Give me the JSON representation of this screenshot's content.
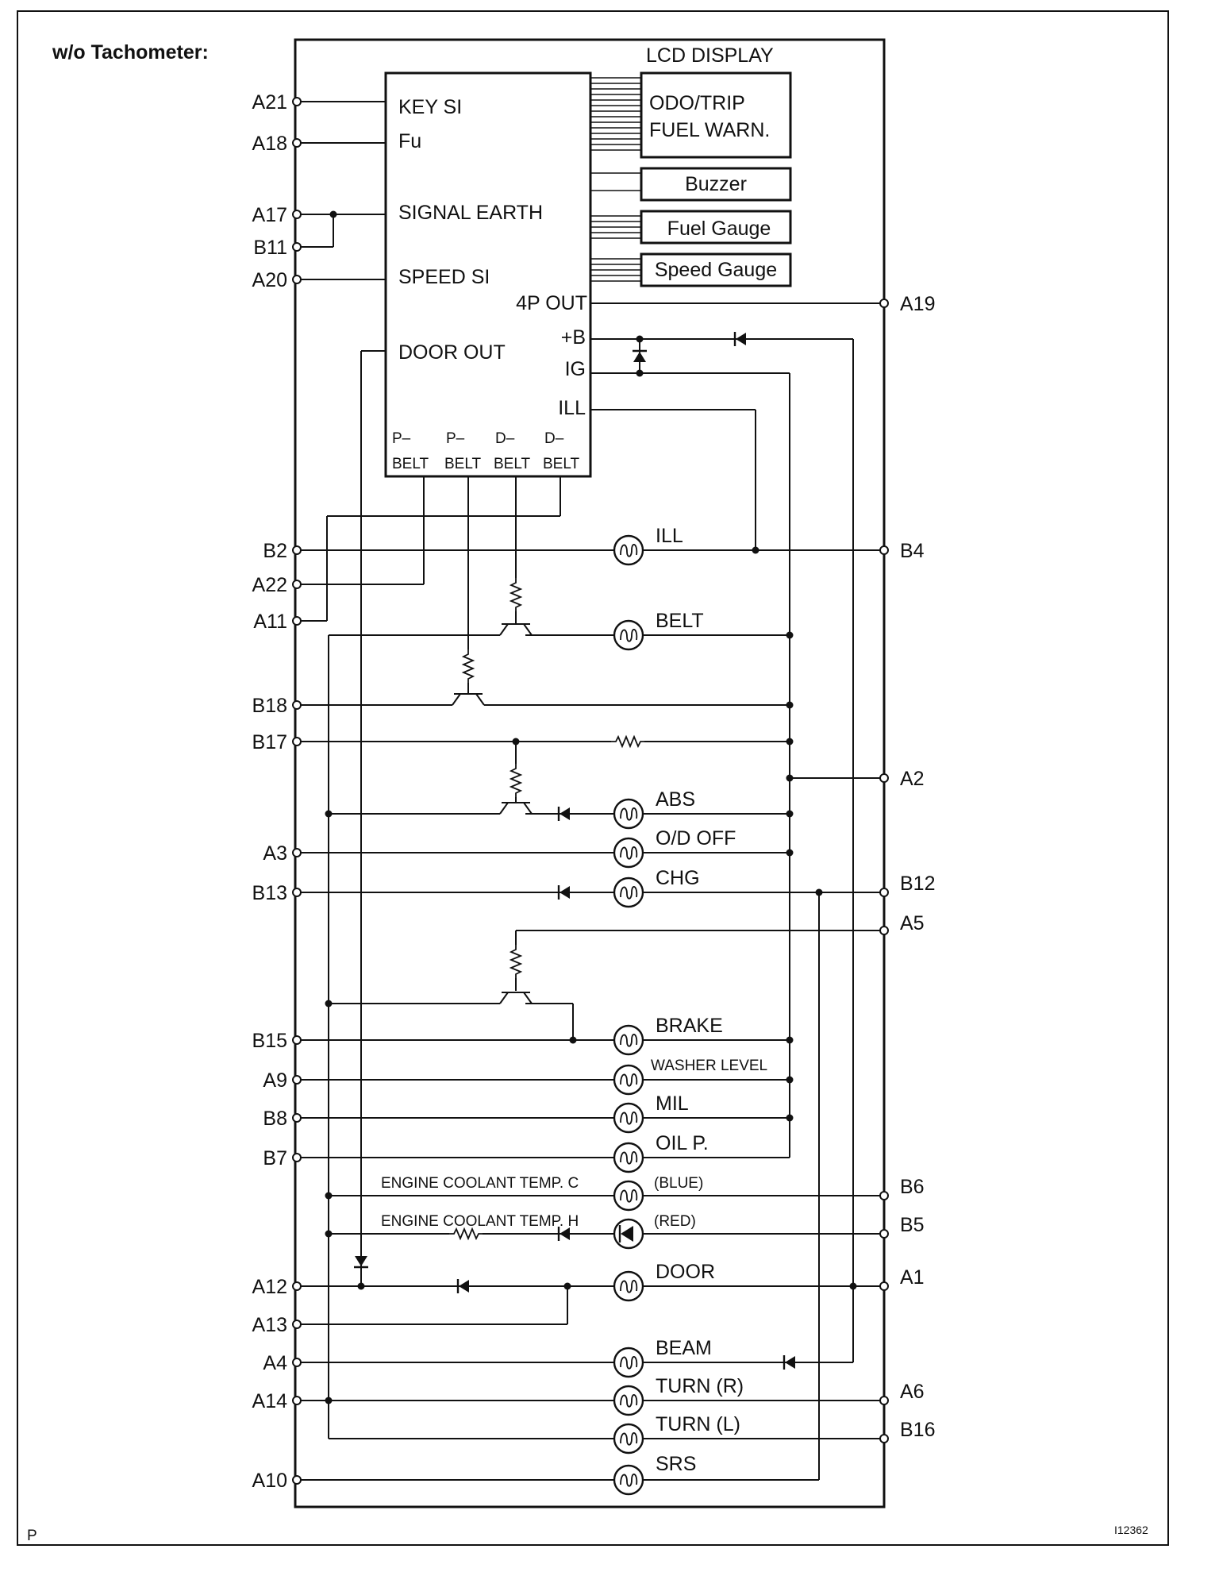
{
  "header": {
    "title": "w/o Tachometer:"
  },
  "footer": {
    "page_letter": "P",
    "figure_id": "I12362"
  },
  "lcd": {
    "title": "LCD DISPLAY",
    "odo_line1": "ODO/TRIP",
    "odo_line2": "FUEL WARN.",
    "buzzer": "Buzzer",
    "fuel_gauge": "Fuel Gauge",
    "speed_gauge": "Speed Gauge"
  },
  "ic": {
    "key_si": "KEY SI",
    "fu": "Fu",
    "signal_earth": "SIGNAL EARTH",
    "speed_si": "SPEED SI",
    "door_out": "DOOR OUT",
    "out_4p": "4P OUT",
    "plus_b": "+B",
    "ig": "IG",
    "ill": "ILL",
    "belt_pins": [
      {
        "top": "P–",
        "bottom": "BELT"
      },
      {
        "top": "P–",
        "bottom": "BELT"
      },
      {
        "top": "D–",
        "bottom": "BELT"
      },
      {
        "top": "D–",
        "bottom": "BELT"
      }
    ]
  },
  "terminals": {
    "A21": "A21",
    "A18": "A18",
    "A17": "A17",
    "B11": "B11",
    "A20": "A20",
    "B2": "B2",
    "A22": "A22",
    "A11": "A11",
    "B18": "B18",
    "B17": "B17",
    "A3": "A3",
    "B13": "B13",
    "B15": "B15",
    "A9": "A9",
    "B8": "B8",
    "B7": "B7",
    "A12": "A12",
    "A13": "A13",
    "A4": "A4",
    "A14": "A14",
    "A10": "A10",
    "A19": "A19",
    "B4": "B4",
    "A2": "A2",
    "B12": "B12",
    "A5": "A5",
    "B6": "B6",
    "B5": "B5",
    "A1": "A1",
    "A6": "A6",
    "B16": "B16"
  },
  "lamps": {
    "ill": "ILL",
    "belt": "BELT",
    "abs": "ABS",
    "od_off": "O/D OFF",
    "chg": "CHG",
    "brake": "BRAKE",
    "washer_level": "WASHER LEVEL",
    "mil": "MIL",
    "oil_p": "OIL P.",
    "coolant_c": "ENGINE COOLANT TEMP. C",
    "blue": "(BLUE)",
    "coolant_h": "ENGINE COOLANT TEMP. H",
    "red": "(RED)",
    "door": "DOOR",
    "beam": "BEAM",
    "turn_r": "TURN (R)",
    "turn_l": "TURN (L)",
    "srs": "SRS"
  }
}
